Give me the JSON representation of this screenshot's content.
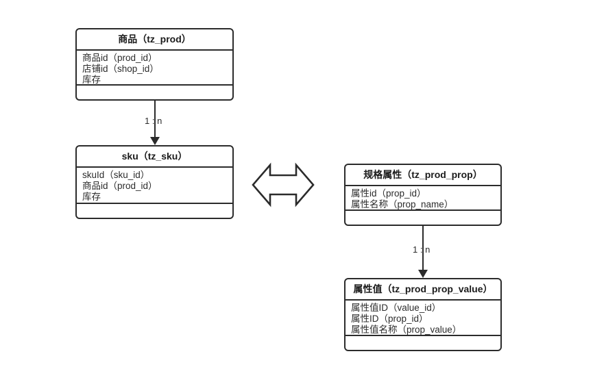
{
  "diagram": {
    "title": "entity-relationship-diagram",
    "entities": [
      {
        "id": "tz_prod",
        "title": "商品（tz_prod）",
        "attributes": [
          "商品id（prod_id）",
          "店铺id（shop_id）",
          "库存"
        ]
      },
      {
        "id": "tz_sku",
        "title": "sku（tz_sku）",
        "attributes": [
          "skuId（sku_id）",
          "商品id（prod_id）",
          "库存"
        ]
      },
      {
        "id": "tz_prod_prop",
        "title": "规格属性（tz_prod_prop）",
        "attributes": [
          "属性id（prop_id）",
          "属性名称（prop_name）"
        ]
      },
      {
        "id": "tz_prod_prop_value",
        "title": "属性值（tz_prod_prop_value）",
        "attributes": [
          "属性值ID（value_id）",
          "属性ID（prop_id）",
          "属性值名称（prop_value）"
        ]
      }
    ],
    "relationships": [
      {
        "id": "prod-to-sku",
        "label": "1 : n"
      },
      {
        "id": "prop-to-prop-value",
        "label": "1 : n"
      }
    ],
    "colors": {
      "stroke": "#2b2b2b",
      "text": "#1a1a1a",
      "background": "#ffffff"
    }
  }
}
